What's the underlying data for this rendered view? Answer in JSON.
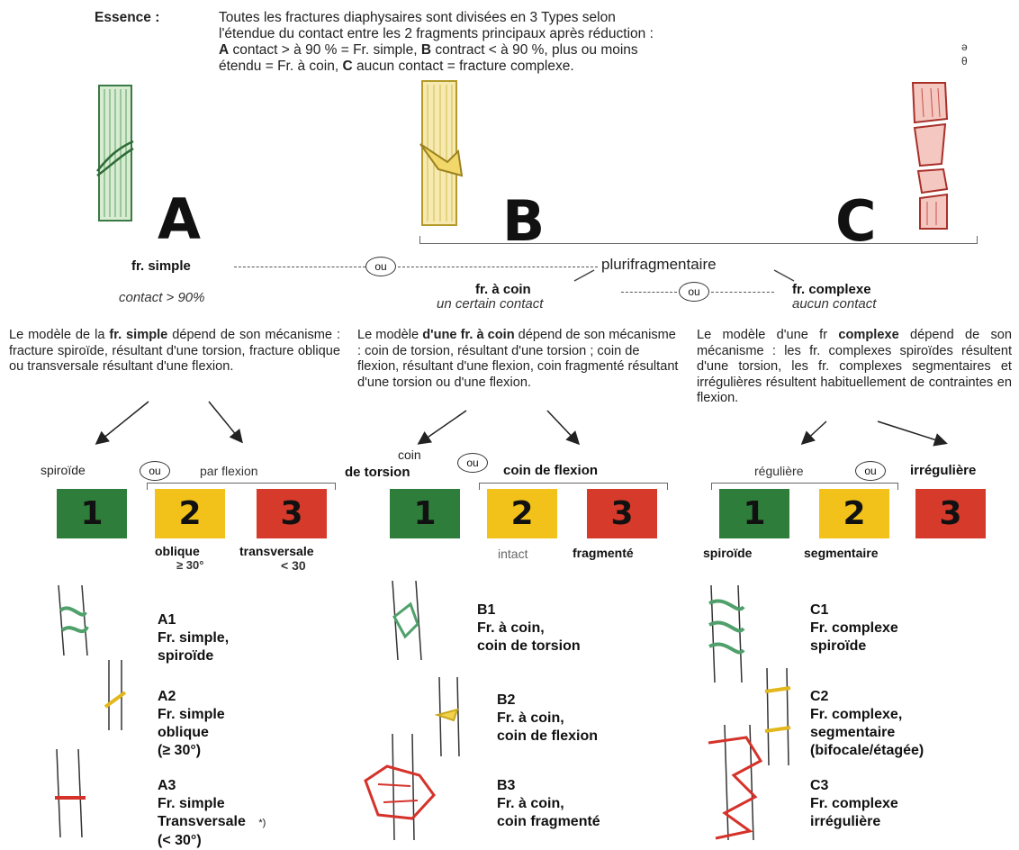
{
  "header": {
    "label": "Essence :",
    "line1": "Toutes les fractures diaphysaires sont divisées en 3 Types selon",
    "line2": "l'étendue du contact entre les 2 fragments principaux après réduction :",
    "line3_a": "A",
    "line3_b": " contact > à 90 % = Fr. simple, ",
    "line3_c": "B",
    "line3_d": " contract < à 90 %, plus ou moins",
    "line4_a": "étendu = Fr. à coin, ",
    "line4_b": "C",
    "line4_c": " aucun contact = fracture complexe.",
    "side_note": "ə\nθ"
  },
  "types": {
    "a_letter": "A",
    "b_letter": "B",
    "c_letter": "C",
    "simple_label": "fr. simple",
    "simple_contact": "contact > 90%",
    "pluri_label": "plurifragmentaire",
    "coin_label": "fr. à coin",
    "coin_contact": "un certain contact",
    "complexe_label": "fr. complexe",
    "complexe_contact": "aucun contact",
    "ou": "ou"
  },
  "descriptions": {
    "a_pre": "Le modèle de la ",
    "a_bold": "fr. simple",
    "a_post": " dépend de son mécanisme : fracture spiroïde, résultant d'une torsion, fracture oblique ou transversale résultant d'une flexion.",
    "b_pre": "Le modèle ",
    "b_bold": "d'une fr. à coin",
    "b_post": " dépend de son mécanisme : coin de torsion, résultant d'une torsion ; coin de flexion, résultant d'une flexion, coin fragmenté résultant d'une torsion ou d'une flexion.",
    "c_pre": "Le modèle d'une fr ",
    "c_bold": "complexe",
    "c_post": " dépend de son mécanisme : les fr. complexes spiroïdes résultent d'une torsion, les fr. complexes segmentaires et irrégulières résultent habituellement de contraintes en flexion."
  },
  "subgroups": {
    "a_left": "spiroïde",
    "a_right": "par flexion",
    "a1": "1",
    "a2": "2",
    "a3": "3",
    "a2_label": "oblique",
    "a2_sub": "≥ 30°",
    "a3_label": "transversale",
    "a3_sub": "< 30",
    "b_left_1": "coin",
    "b_left_2": "de torsion",
    "b_right": "coin de flexion",
    "b1": "1",
    "b2": "2",
    "b3": "3",
    "b2_label": "intact",
    "b3_label": "fragmenté",
    "c_left": "régulière",
    "c_right": "irrégulière",
    "c1": "1",
    "c2": "2",
    "c3": "3",
    "c1_label": "spiroïde",
    "c2_label": "segmentaire"
  },
  "colors": {
    "green": "#2e7d3a",
    "yellow": "#f2c21a",
    "red": "#d53a2a"
  },
  "legend": {
    "A1": {
      "code": "A1",
      "l1": "Fr. simple,",
      "l2": "spiroïde",
      "l3": ""
    },
    "A2": {
      "code": "A2",
      "l1": "Fr. simple",
      "l2": "oblique",
      "l3": "(≥ 30°)"
    },
    "A3": {
      "code": "A3",
      "l1": "Fr. simple",
      "l2": "Transversale",
      "l3": "(< 30°)",
      "mark": "*)"
    },
    "B1": {
      "code": "B1",
      "l1": "Fr. à coin,",
      "l2": "coin de torsion"
    },
    "B2": {
      "code": "B2",
      "l1": "Fr. à coin,",
      "l2": "coin de flexion"
    },
    "B3": {
      "code": "B3",
      "l1": "Fr. à coin,",
      "l2": "coin fragmenté"
    },
    "C1": {
      "code": "C1",
      "l1": "Fr. complexe",
      "l2": "spiroïde",
      "l3": ""
    },
    "C2": {
      "code": "C2",
      "l1": "Fr. complexe,",
      "l2": "segmentaire",
      "l3": "(bifocale/étagée)"
    },
    "C3": {
      "code": "C3",
      "l1": "Fr. complexe",
      "l2": "irrégulière",
      "l3": ""
    }
  }
}
